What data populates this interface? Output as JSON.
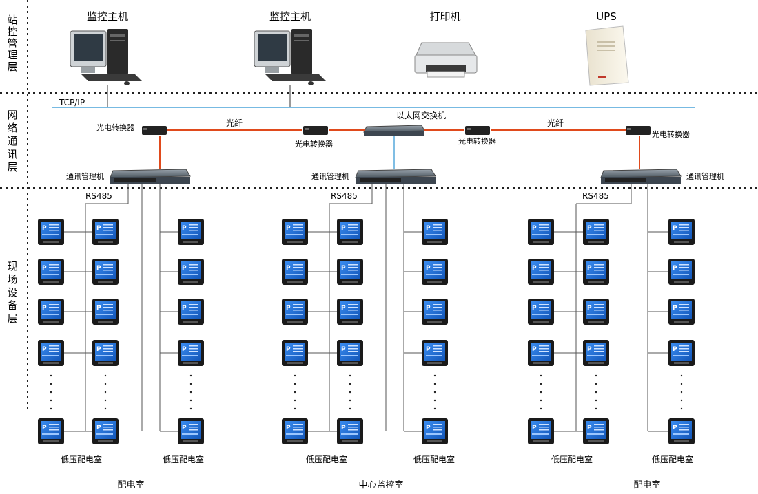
{
  "layers": {
    "station": "站控管理层",
    "network": "网络通讯层",
    "field": "现场设备层"
  },
  "top": {
    "host1": "监控主机",
    "host2": "监控主机",
    "printer": "打印机",
    "ups": "UPS",
    "tcpip": "TCP/IP"
  },
  "net": {
    "ethernet_switch": "以太网交换机",
    "fiber_left": "光纤",
    "fiber_right": "光纤",
    "oe_converter_1": "光电转换器",
    "oe_converter_2": "光电转换器",
    "oe_converter_3": "光电转换器",
    "oe_converter_4": "光电转换器",
    "comm_manager_left": "通讯管理机",
    "comm_manager_center": "通讯管理机",
    "comm_manager_right": "通讯管理机"
  },
  "field": {
    "rs485_left": "RS485",
    "rs485_center": "RS485",
    "rs485_right": "RS485",
    "room_low_1": "低压配电室",
    "room_low_2": "低压配电室",
    "room_low_3": "低压配电室",
    "room_low_4": "低压配电室",
    "room_low_5": "低压配电室",
    "room_low_6": "低压配电室",
    "group_left": "配电室",
    "group_center": "中心监控室",
    "group_right": "配电室"
  },
  "colors": {
    "tcpip_line": "#4aa3d8",
    "fiber_line": "#e04a1c",
    "meter_screen": "#1f6fd6",
    "meter_body": "#1a1a1a"
  }
}
